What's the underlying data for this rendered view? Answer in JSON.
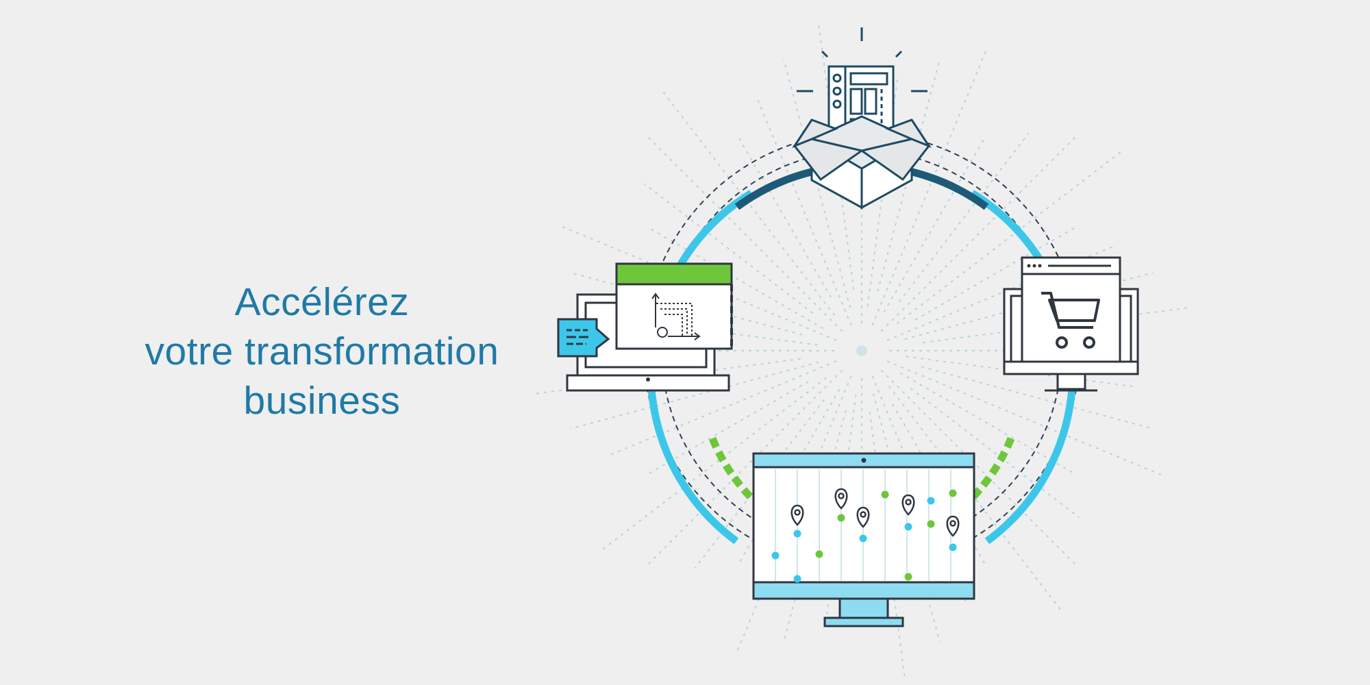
{
  "headline": {
    "line1": "Accélérez",
    "line2": "votre transformation",
    "line3": "business"
  },
  "colors": {
    "background": "#efefef",
    "headline": "#1f7aa6",
    "dark_blue": "#1d5a78",
    "light_blue": "#3cc7ea",
    "green": "#6ec63a",
    "outline": "#2f3640"
  },
  "icons": {
    "top": "building-in-box-icon",
    "left": "laptop-workflow-icon",
    "right": "shopping-cart-monitor-icon",
    "bottom": "map-analytics-monitor-icon"
  }
}
